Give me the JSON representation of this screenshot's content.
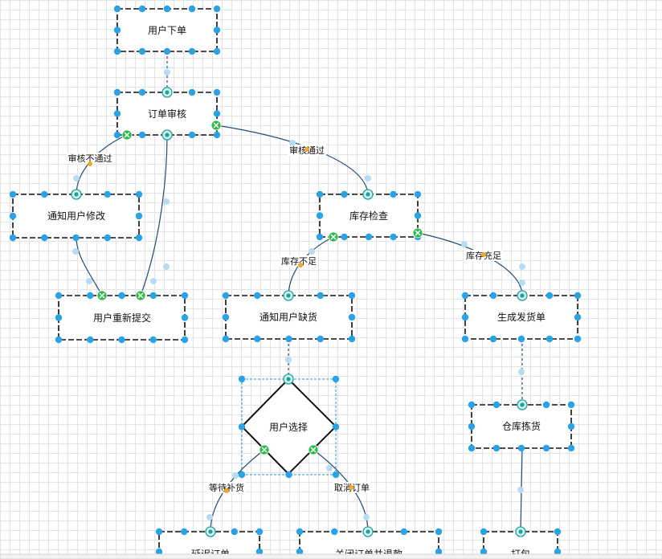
{
  "colors": {
    "edge": "#1f4e79",
    "handle": "#29a3e6",
    "port": "#1aa39a",
    "connected_port": "#2dbb4e",
    "label_marker": "#f5a623"
  },
  "nodes": {
    "user_order": "用户下单",
    "order_review": "订单审核",
    "notify_modify": "通知用户修改",
    "user_resubmit": "用户重新提交",
    "stock_check": "库存检查",
    "notify_shortage": "通知用户缺货",
    "create_delivery": "生成发货单",
    "user_choice": "用户选择",
    "warehouse_pick": "仓库拣货",
    "delay_order": "延迟订单",
    "close_refund": "关闭订单并退款",
    "pack": "打包"
  },
  "edges": {
    "review_fail": "审核不通过",
    "review_pass": "审核通过",
    "stock_short": "库存不足",
    "stock_enough": "库存充足",
    "wait_restock": "等待补货",
    "cancel_order": "取消订单"
  }
}
